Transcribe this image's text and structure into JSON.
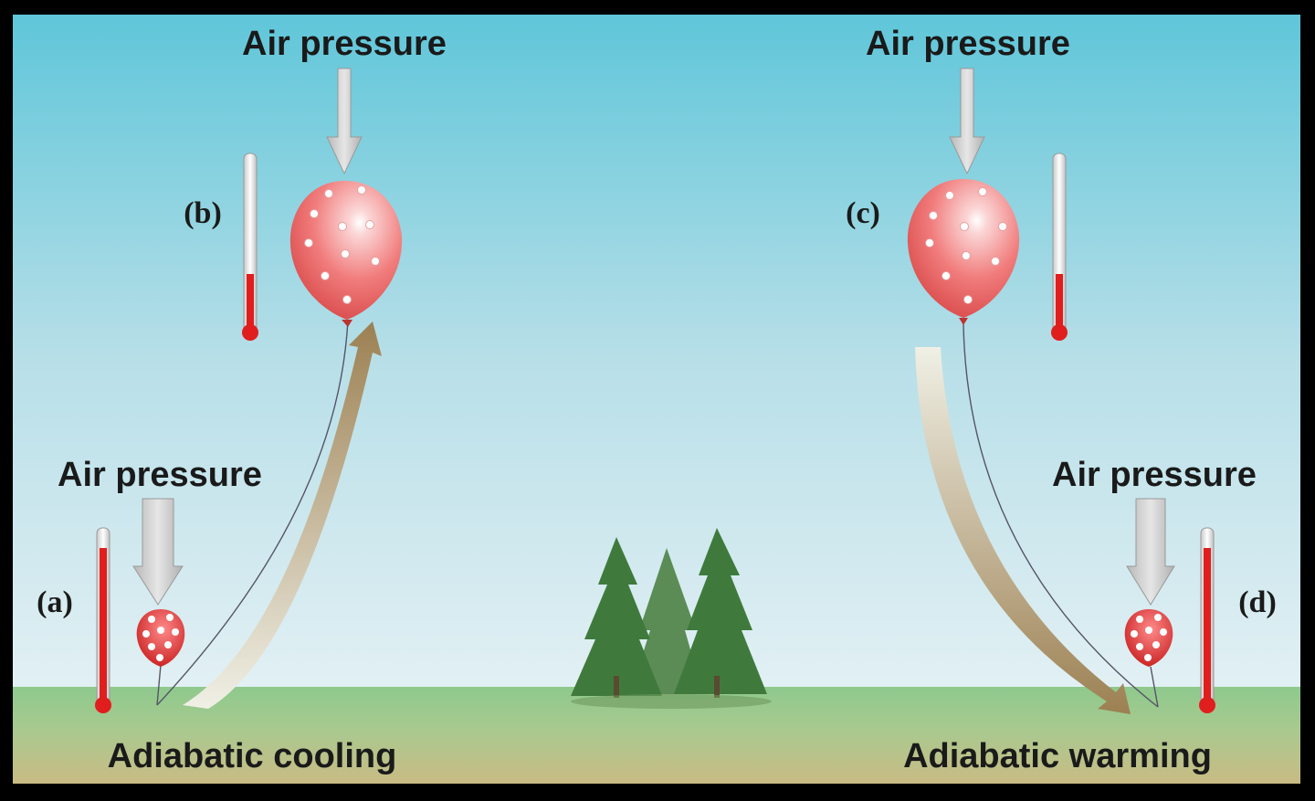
{
  "diagram": {
    "labels": {
      "air_pressure_b": "Air pressure",
      "air_pressure_c": "Air pressure",
      "air_pressure_a": "Air pressure",
      "air_pressure_d": "Air pressure",
      "letter_a": "(a)",
      "letter_b": "(b)",
      "letter_c": "(c)",
      "letter_d": "(d)",
      "adiabatic_cooling": "Adiabatic cooling",
      "adiabatic_warming": "Adiabatic warming"
    },
    "colors": {
      "sky_top": "#5fc6d9",
      "sky_bottom": "#eef5f7",
      "grass": "#8ec98d",
      "soil": "#c9bb84",
      "balloon": "#ee6a6a",
      "balloon_small": "#e13a3a",
      "thermometer_red": "#e01e1e",
      "pressure_arrow": "#c8c8c8",
      "motion_arrow": "#a28a5c",
      "tree_green": "#3f7a3c"
    },
    "icons": [
      "balloon-icon",
      "thermometer-icon",
      "pressure-arrow-icon",
      "trees-icon"
    ]
  }
}
